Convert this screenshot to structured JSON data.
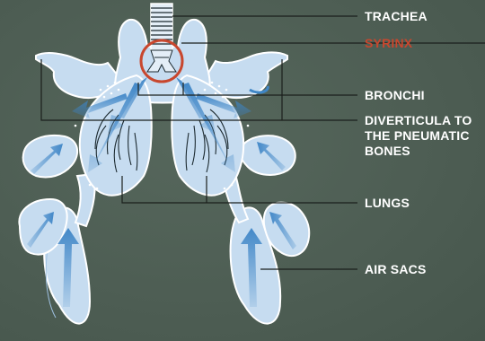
{
  "labels": {
    "trachea": "TRACHEA",
    "syrinx": "SYRINX",
    "bronchi": "BRONCHI",
    "diverticula": "DIVERTICULA TO\nTHE PNEUMATIC\nBONES",
    "lungs": "LUNGS",
    "air_sacs": "AIR SACS"
  },
  "colors": {
    "background": "#4f5f55",
    "organ_fill": "#c6dcf0",
    "organ_stroke": "#ffffff",
    "arrow": "#3f86c6",
    "syrinx_circle": "#c8472e",
    "label_text": "#ffffff",
    "leader_line": "#1b1f1c"
  }
}
